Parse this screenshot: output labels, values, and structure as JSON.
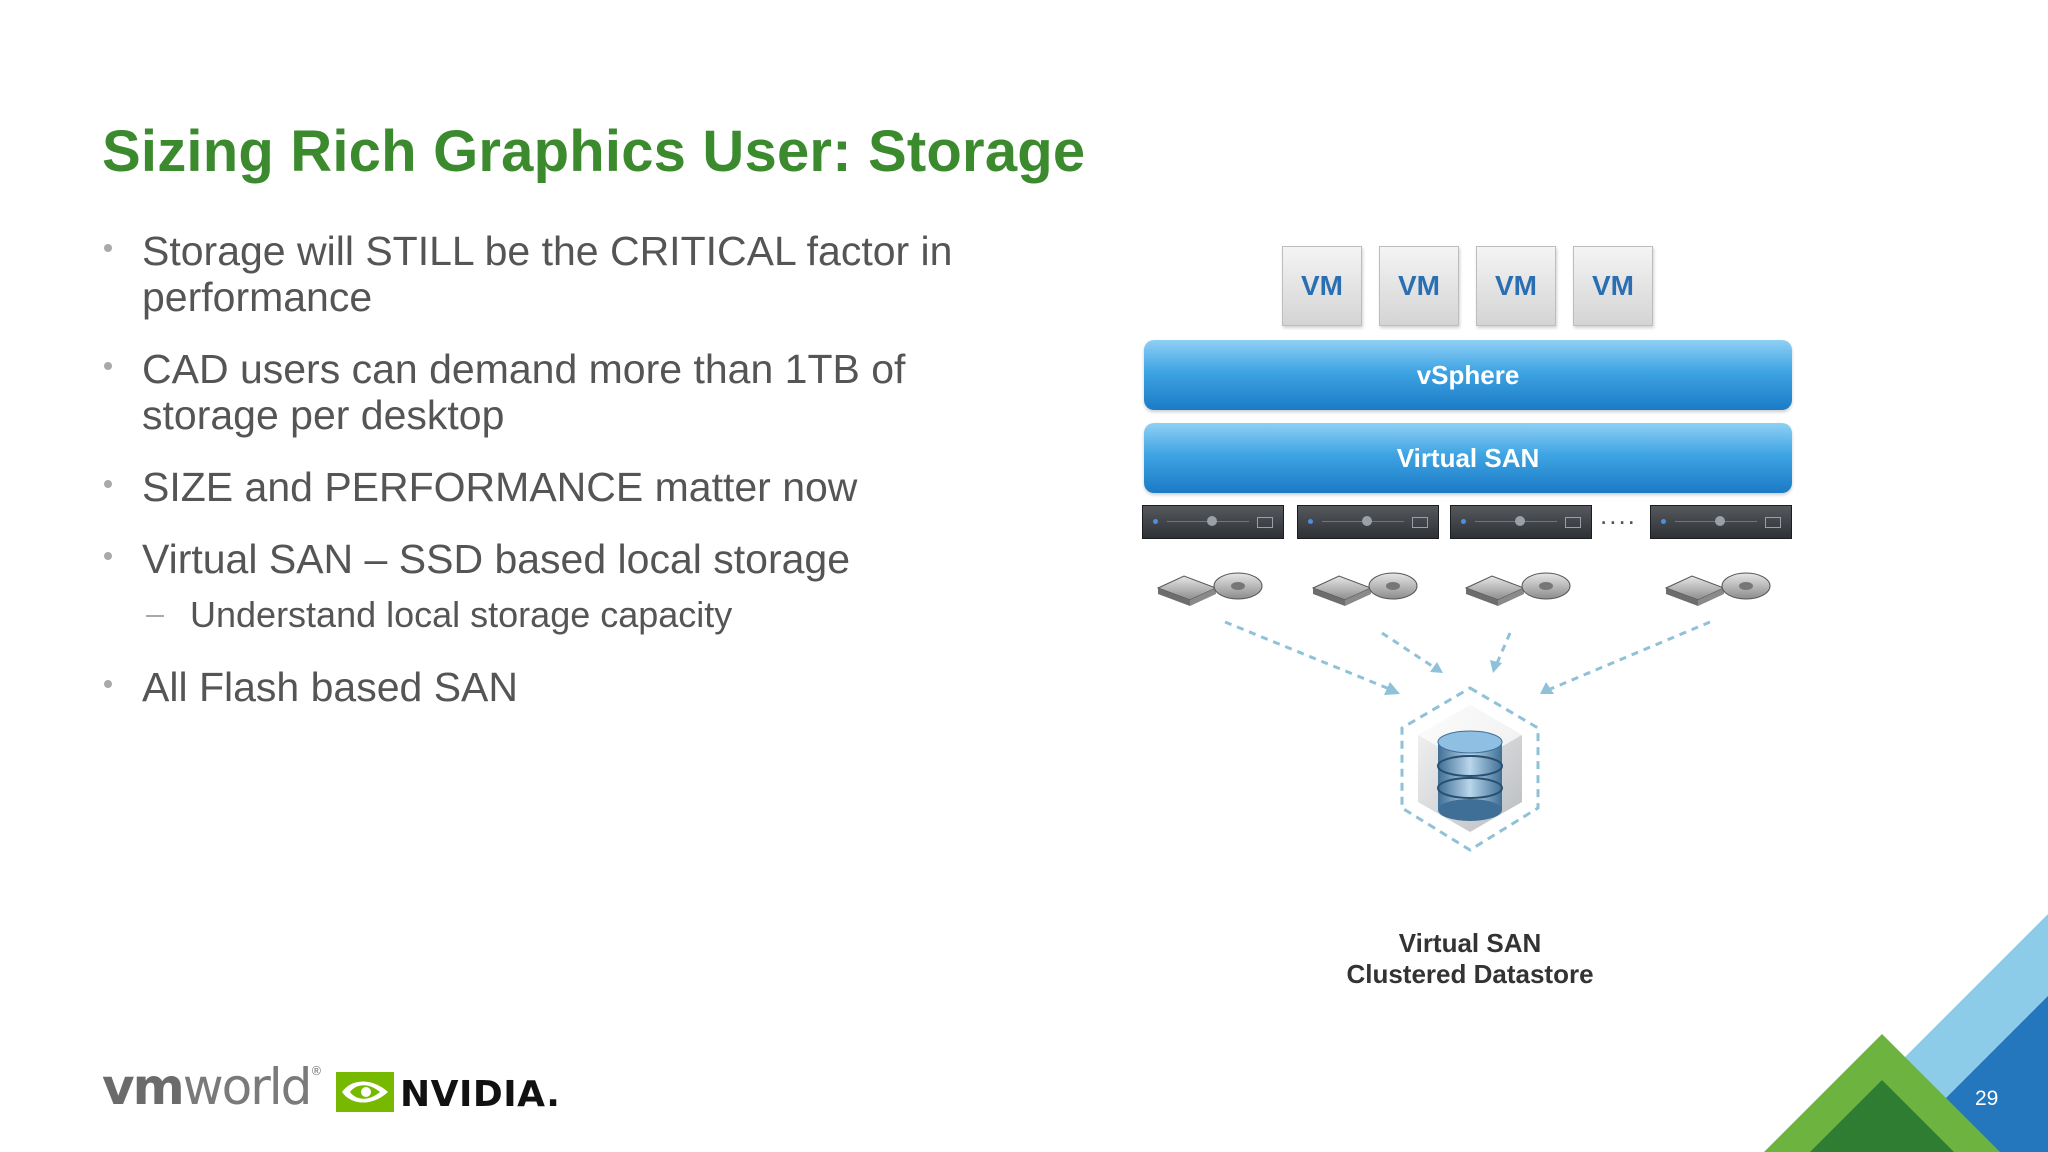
{
  "slide": {
    "title": "Sizing Rich Graphics User: Storage",
    "bullets": [
      {
        "level": 1,
        "text": "Storage will STILL be the CRITICAL factor in performance"
      },
      {
        "level": 1,
        "text": "CAD users can demand more than 1TB of storage per desktop"
      },
      {
        "level": 1,
        "text": "SIZE and PERFORMANCE matter now"
      },
      {
        "level": 1,
        "text": "Virtual SAN – SSD based local storage"
      },
      {
        "level": 2,
        "text": "Understand local storage capacity"
      },
      {
        "level": 1,
        "text": "All Flash based SAN"
      }
    ],
    "page_number": "29"
  },
  "diagram": {
    "vm_label": "VM",
    "hypervisor_label": "vSphere",
    "storage_layer_label": "Virtual SAN",
    "ellipsis": "....",
    "datastore_label_line1": "Virtual SAN",
    "datastore_label_line2": "Clustered Datastore"
  },
  "footer": {
    "vmworld_prefix": "vm",
    "vmworld_suffix": "world",
    "registered_mark": "®",
    "nvidia_wordmark": "NVIDIA."
  },
  "colors": {
    "title_green": "#3c8a2e",
    "bar_blue": "#2f92d8",
    "corner_light_blue": "#8ccce8",
    "corner_blue": "#2477bd",
    "corner_green": "#6db33f",
    "corner_dark_green": "#2f7d32"
  }
}
